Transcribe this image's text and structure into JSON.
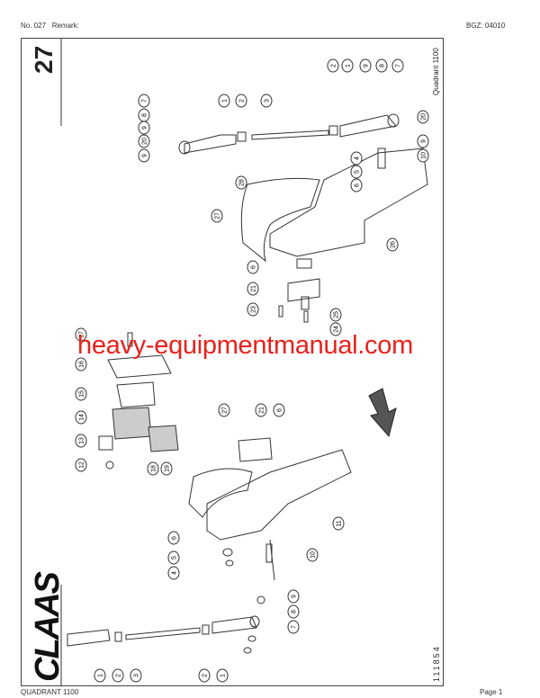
{
  "header": {
    "doc_number": "No. 027",
    "remark_label": "Remark:",
    "bgz": "BGZ: 04010"
  },
  "footer": {
    "model": "QUADRANT 1100",
    "page": "Page 1"
  },
  "plate": {
    "number": "27",
    "machine_label": "Quadrant 1100",
    "drawing_number": "111854",
    "brand_logo": "CLAAS"
  },
  "watermark": "heavy-equipmentmanual.com",
  "callouts": [
    "7",
    "8",
    "9",
    "20",
    "9",
    "1",
    "2",
    "3",
    "2",
    "1",
    "9",
    "8",
    "7",
    "20",
    "9",
    "10",
    "4",
    "5",
    "6",
    "28",
    "27",
    "26",
    "6",
    "21",
    "23",
    "25",
    "24",
    "17",
    "16",
    "15",
    "14",
    "13",
    "12",
    "18",
    "19",
    "27",
    "21",
    "6",
    "11",
    "10",
    "6",
    "5",
    "4",
    "9",
    "8",
    "7",
    "1",
    "2",
    "3",
    "2",
    "1"
  ],
  "colors": {
    "watermark": "#e8221b",
    "line": "#333333"
  }
}
